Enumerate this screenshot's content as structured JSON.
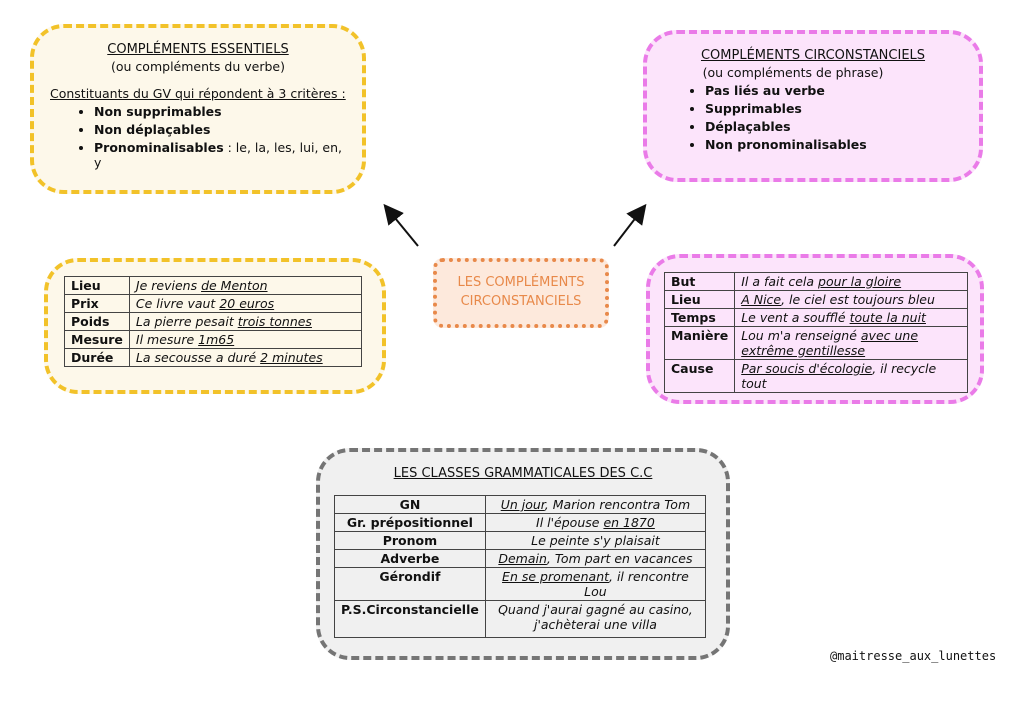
{
  "essentiels": {
    "title": "COMPLÉMENTS ESSENTIELS",
    "subtitle": "(ou compléments du verbe)",
    "intro": "Constituants du GV qui répondent à 3 critères :",
    "items": [
      {
        "bold": "Non supprimables",
        "rest": ""
      },
      {
        "bold": "Non déplaçables",
        "rest": ""
      },
      {
        "bold": "Pronominalisables",
        "rest": " : le, la, les, lui, en, y"
      }
    ]
  },
  "circonstanciels": {
    "title": "COMPLÉMENTS CIRCONSTANCIELS",
    "subtitle": "(ou compléments de phrase)",
    "items": [
      "Pas liés au verbe",
      "Supprimables",
      "Déplaçables",
      "Non pronominalisables"
    ]
  },
  "center_label_1": "LES COMPLÉMENTS",
  "center_label_2": "CIRCONSTANCIELS",
  "left_table": [
    {
      "k": "Lieu",
      "pre": "Je reviens ",
      "u": "de Menton",
      "post": ""
    },
    {
      "k": "Prix",
      "pre": "Ce livre vaut ",
      "u": "20 euros",
      "post": ""
    },
    {
      "k": "Poids",
      "pre": "La pierre pesait ",
      "u": "trois tonnes",
      "post": ""
    },
    {
      "k": "Mesure",
      "pre": "Il mesure ",
      "u": "1m65",
      "post": ""
    },
    {
      "k": "Durée",
      "pre": "La secousse a duré ",
      "u": "2 minutes",
      "post": ""
    }
  ],
  "right_table": [
    {
      "k": "But",
      "pre": "Il a fait cela ",
      "u": "pour la gloire",
      "post": ""
    },
    {
      "k": "Lieu",
      "pre": "",
      "u": "A Nice",
      "post": ", le ciel est toujours bleu"
    },
    {
      "k": "Temps",
      "pre": "Le vent a soufflé ",
      "u": "toute la nuit",
      "post": ""
    },
    {
      "k": "Manière",
      "pre": "Lou m'a renseigné ",
      "u": "avec une extrême gentillesse",
      "post": ""
    },
    {
      "k": "Cause",
      "pre": "",
      "u": "Par soucis d'écologie",
      "post": ", il recycle tout"
    }
  ],
  "classes": {
    "title": "LES CLASSES GRAMMATICALES DES C.C",
    "rows": [
      {
        "k": "GN",
        "pre": "",
        "u": "Un jour",
        "post": ", Marion rencontra Tom"
      },
      {
        "k": "Gr. prépositionnel",
        "pre": "Il l'épouse ",
        "u": "en 1870",
        "post": ""
      },
      {
        "k": "Pronom",
        "pre": "Le peinte s'y plaisait",
        "u": "",
        "post": ""
      },
      {
        "k": "Adverbe",
        "pre": "",
        "u": "Demain",
        "post": ", Tom part en vacances"
      },
      {
        "k": "Gérondif",
        "pre": "",
        "u": "En se promenant",
        "post": ", il rencontre Lou"
      },
      {
        "k": "P.S.Circonstancielle",
        "pre": "Quand j'aurai gagné au casino, j'achèterai une villa",
        "u": "",
        "post": ""
      }
    ]
  },
  "credit": "@maitresse_aux_lunettes"
}
